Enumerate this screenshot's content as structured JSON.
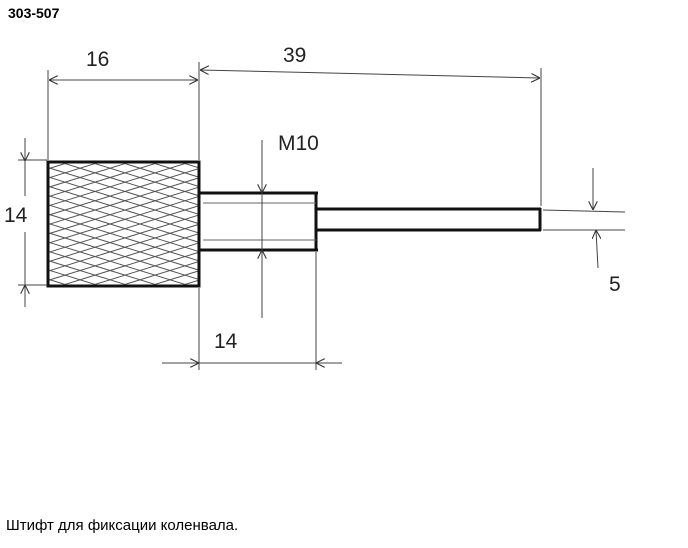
{
  "header": {
    "part_number": "303-507"
  },
  "caption": {
    "text": "Штифт для фиксации коленвала."
  },
  "dimensions": {
    "head_length": "16",
    "pin_length": "39",
    "thread_label": "M10",
    "head_diameter": "14",
    "thread_length": "14",
    "pin_diameter": "5"
  }
}
